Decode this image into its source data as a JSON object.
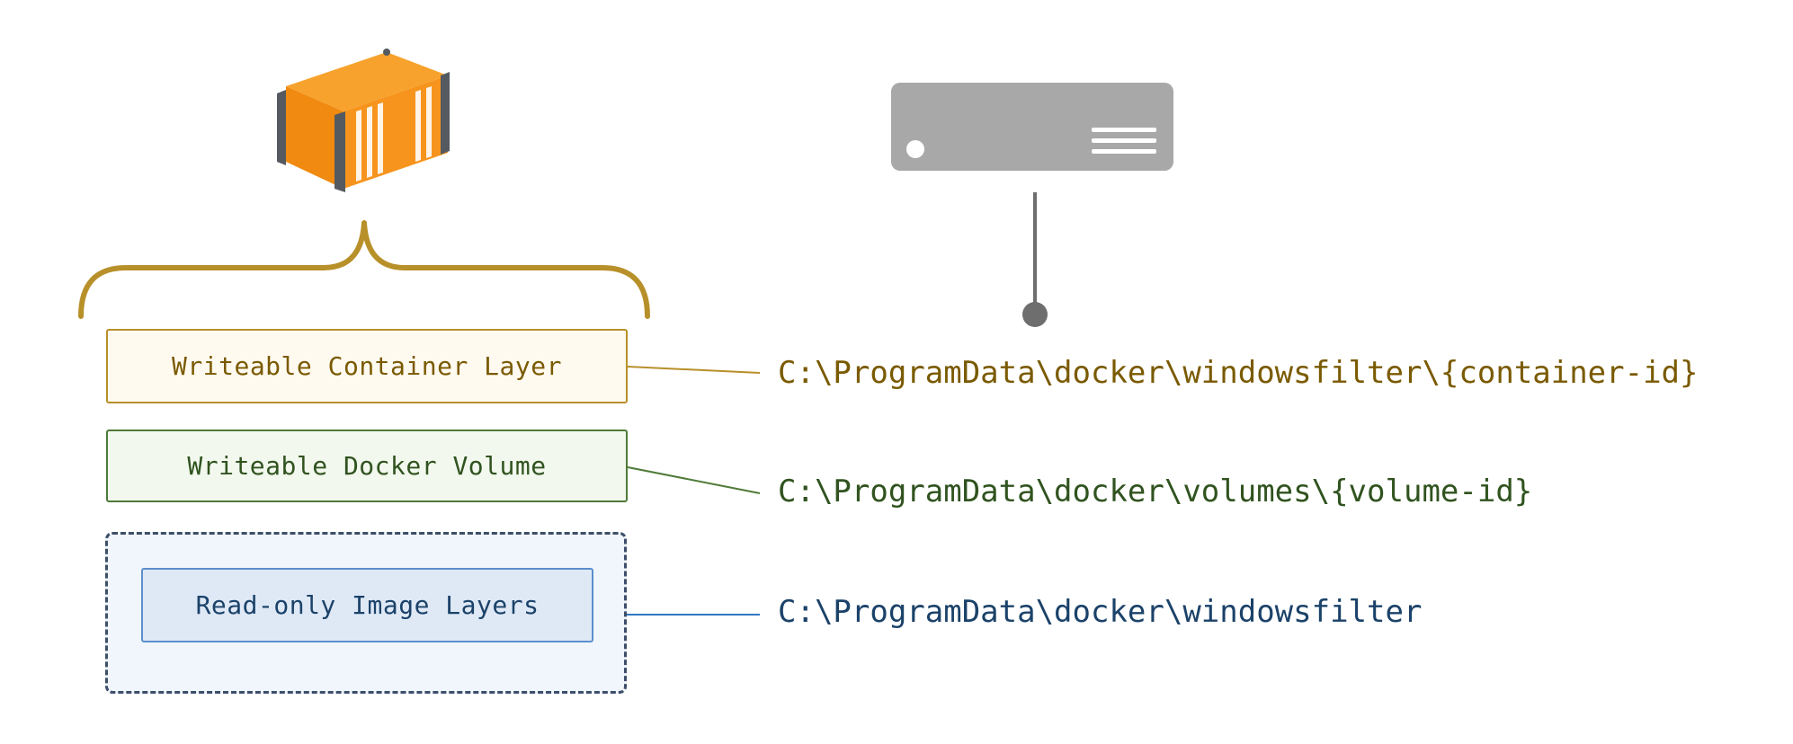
{
  "layers": {
    "container": {
      "label": "Writeable Container Layer",
      "path": "C:\\ProgramData\\docker\\windowsfilter\\{container-id}",
      "color": "#7a5a00"
    },
    "volume": {
      "label": "Writeable Docker Volume",
      "path": "C:\\ProgramData\\docker\\volumes\\{volume-id}",
      "color": "#30531f"
    },
    "image": {
      "label": "Read-only Image Layers",
      "path": "C:\\ProgramData\\docker\\windowsfilter",
      "color": "#1b4269"
    }
  },
  "icons": {
    "container": "shipping-container-icon",
    "host": "server-icon",
    "mount": "mount-point-icon"
  },
  "colors": {
    "container_orange": "#f7941d",
    "container_dark": "#555a60",
    "server_gray": "#a8a8a8",
    "brace_gold": "#b8902a"
  }
}
